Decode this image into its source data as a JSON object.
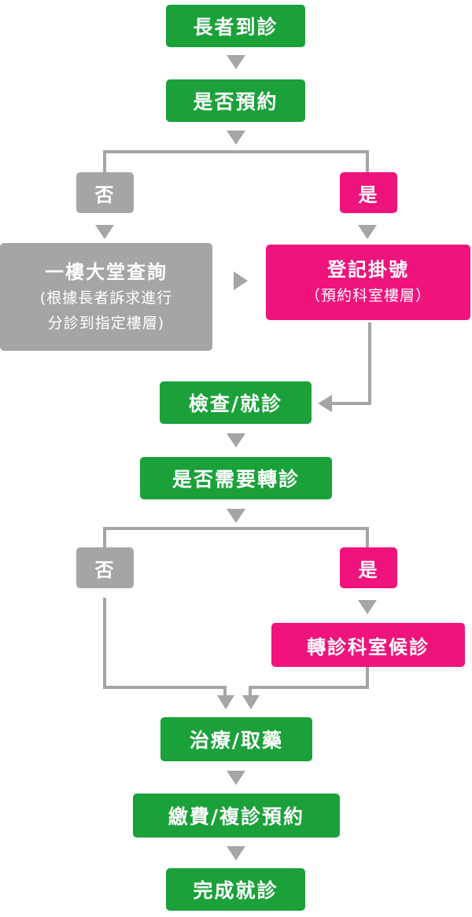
{
  "colors": {
    "green": "#1aa13a",
    "gray": "#a5a5a5",
    "pink": "#f0137c",
    "connector": "#a5a5a5"
  },
  "steps": {
    "arrive": "長者到診",
    "has_appointment": "是否預約",
    "no_1": "否",
    "yes_1": "是",
    "lobby_title": "一樓大堂查詢",
    "lobby_note_1": "(根據長者訴求進行",
    "lobby_note_2": "分診到指定樓層)",
    "register_title": "登記掛號",
    "register_note": "（預約科室樓層）",
    "exam": "檢查/就診",
    "need_referral": "是否需要轉診",
    "no_2": "否",
    "yes_2": "是",
    "referral_wait": "轉診科室候診",
    "treatment": "治療/取藥",
    "payment": "繳費/複診預約",
    "done": "完成就診"
  }
}
